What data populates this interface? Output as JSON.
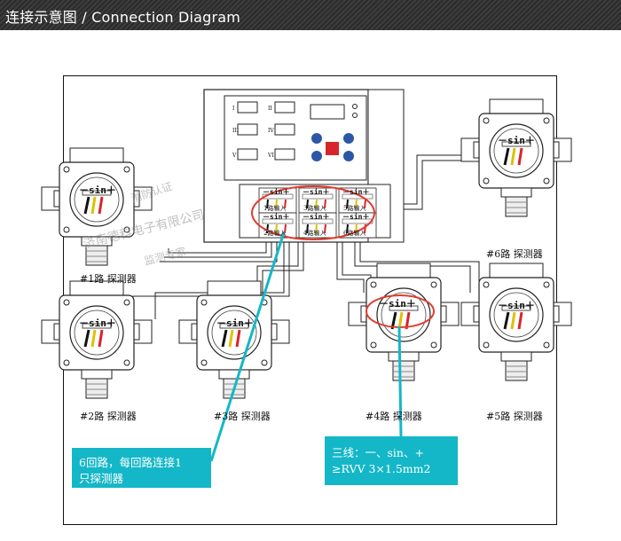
{
  "header": {
    "title": "连接示意图 / Connection Diagram"
  },
  "detectors": [
    {
      "label": "#1路  探测器"
    },
    {
      "label": "#2路  探测器"
    },
    {
      "label": "#3路  探测器"
    },
    {
      "label": "#4路  探测器"
    },
    {
      "label": "#5路  探测器"
    },
    {
      "label": "#6路  探测器"
    }
  ],
  "terminal": {
    "sin_label": "－sin＋"
  },
  "controller": {
    "inputs": [
      "1路输入",
      "2路输入",
      "3路输入",
      "4路输入",
      "5路输入",
      "6路输入"
    ],
    "channels": [
      "I",
      "II",
      "III",
      "IV",
      "V",
      "VI"
    ]
  },
  "callouts": {
    "left": {
      "line1": "6回路，每回路连接1",
      "line2": "只探测器"
    },
    "right": {
      "line1": "三线：一、sin、+",
      "line2": "≥RVV   3×1.5mm2"
    }
  },
  "watermark": {
    "line1": "消防认证",
    "line2": "济南德科电子有限公司",
    "line3": "监测专家"
  },
  "colors": {
    "callout": "#14b7c7",
    "highlight_ring": "#e23b2e",
    "button_blue": "#2c57a8",
    "button_red": "#d8252b"
  }
}
